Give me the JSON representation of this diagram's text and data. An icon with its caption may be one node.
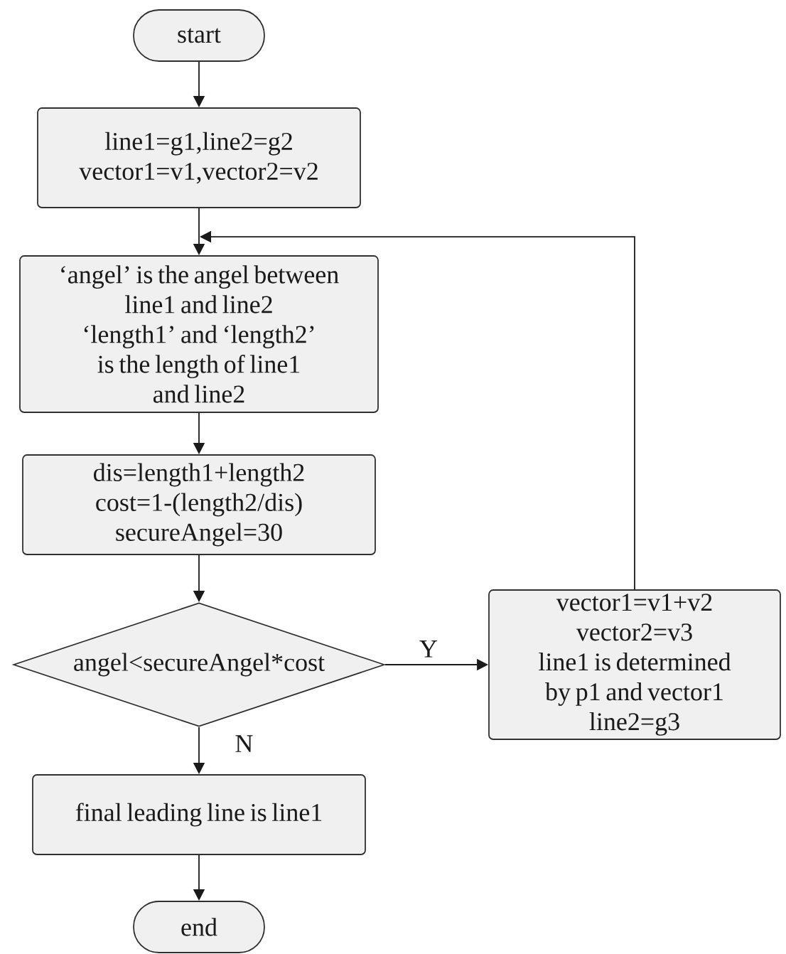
{
  "diagram": {
    "nodes": [
      {
        "text": [
          "start"
        ]
      },
      {
        "text": [
          "line1=g1,line2=g2",
          "vector1=v1,vector2=v2"
        ]
      },
      {
        "text": [
          "‘angel’ is the angel between line1 and line2",
          "‘length1’ and ‘length2’ is the length of line1 and line2"
        ]
      },
      {
        "text": [
          "dis=length1+length2",
          "cost=1-(length2/dis)",
          "secureAngel=30"
        ]
      },
      {
        "text": [
          "angel<secureAngel*cost"
        ]
      },
      {
        "text": [
          "vector1=v1+v2",
          "vector2=v3",
          "line1 is determined by p1 and vector1",
          "line2=g3"
        ]
      },
      {
        "text": [
          "final leading line is line1"
        ]
      },
      {
        "text": [
          "end"
        ]
      }
    ],
    "edges": [
      {
        "from": 0,
        "to": 1,
        "arrow": "to"
      },
      {
        "from": 1,
        "to": 2,
        "arrow": "to"
      },
      {
        "from": 2,
        "to": 3,
        "arrow": "to"
      },
      {
        "from": 3,
        "to": 4,
        "arrow": "to"
      },
      {
        "from": 4,
        "to": 5,
        "arrow": "to",
        "label": "Y"
      },
      {
        "from": 4,
        "to": 6,
        "arrow": "to",
        "label": "N"
      },
      {
        "from": 6,
        "to": 7,
        "arrow": "to"
      },
      {
        "from": 5,
        "to": 2,
        "arrow": "to"
      }
    ]
  }
}
